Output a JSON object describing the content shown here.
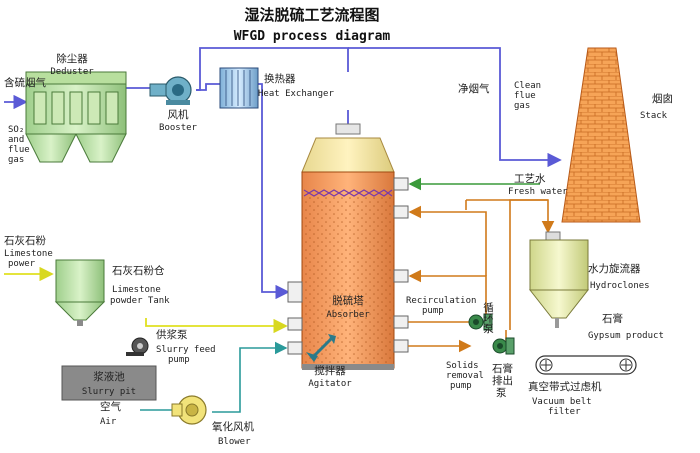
{
  "title_cn": "湿法脱硫工艺流程图",
  "title_en": "WFGD process diagram",
  "deduster": {
    "cn": "除尘器",
    "en": "Deduster"
  },
  "flue_gas_in": {
    "cn": "含硫烟气",
    "en_line1": "SO₂",
    "en_line2": "and",
    "en_line3": "flue",
    "en_line4": "gas"
  },
  "booster": {
    "cn": "风机",
    "en": "Booster"
  },
  "heat_exchanger": {
    "cn": "换热器",
    "en": "Heat Exchanger"
  },
  "clean_flue_gas": {
    "cn": "净烟气",
    "en_line1": "Clean",
    "en_line2": "flue",
    "en_line3": "gas"
  },
  "stack": {
    "cn": "烟囱",
    "en": "Stack"
  },
  "fresh_water": {
    "cn": "工艺水",
    "en": "Fresh water"
  },
  "absorber": {
    "cn": "脱硫塔",
    "en": "Absorber"
  },
  "limestone_powder": {
    "cn": "石灰石粉",
    "en_line1": "Limestone",
    "en_line2": "power"
  },
  "limestone_tank": {
    "cn": "石灰石粉仓",
    "en_line1": "Limestone",
    "en_line2": "powder Tank"
  },
  "hydroclones": {
    "cn": "水力旋流器",
    "en": "Hydroclones"
  },
  "recirculation_pump": {
    "en_line1": "Recirculation",
    "en_line2": "pump",
    "cn": "循环泵"
  },
  "slurry_feed_pump": {
    "cn": "供浆泵",
    "en_line1": "Slurry feed",
    "en_line2": "pump"
  },
  "slurry_pit": {
    "cn": "浆液池",
    "en": "Slurry pit"
  },
  "gypsum": {
    "cn": "石膏",
    "en": "Gypsum product"
  },
  "agitator": {
    "cn": "搅拌器",
    "en": "Agitator"
  },
  "solids_pump": {
    "en_line1": "Solids",
    "en_line2": "removal",
    "en_line3": "pump",
    "cn_line1": "石膏",
    "cn_line2": "排出",
    "cn_line3": "泵"
  },
  "vacuum_filter": {
    "cn": "真空带式过虑机",
    "en_line1": "Vacuum belt",
    "en_line2": "filter"
  },
  "air": {
    "cn": "空气",
    "en": "Air"
  },
  "blower": {
    "cn": "氧化风机",
    "en": "Blower"
  },
  "colors": {
    "gas": "#5a5ad6",
    "water": "#3a9a3a",
    "slurry": "#d07a1a",
    "limestone": "#e6e62a",
    "air": "#2a9a9a",
    "brick": "#f4a050"
  }
}
